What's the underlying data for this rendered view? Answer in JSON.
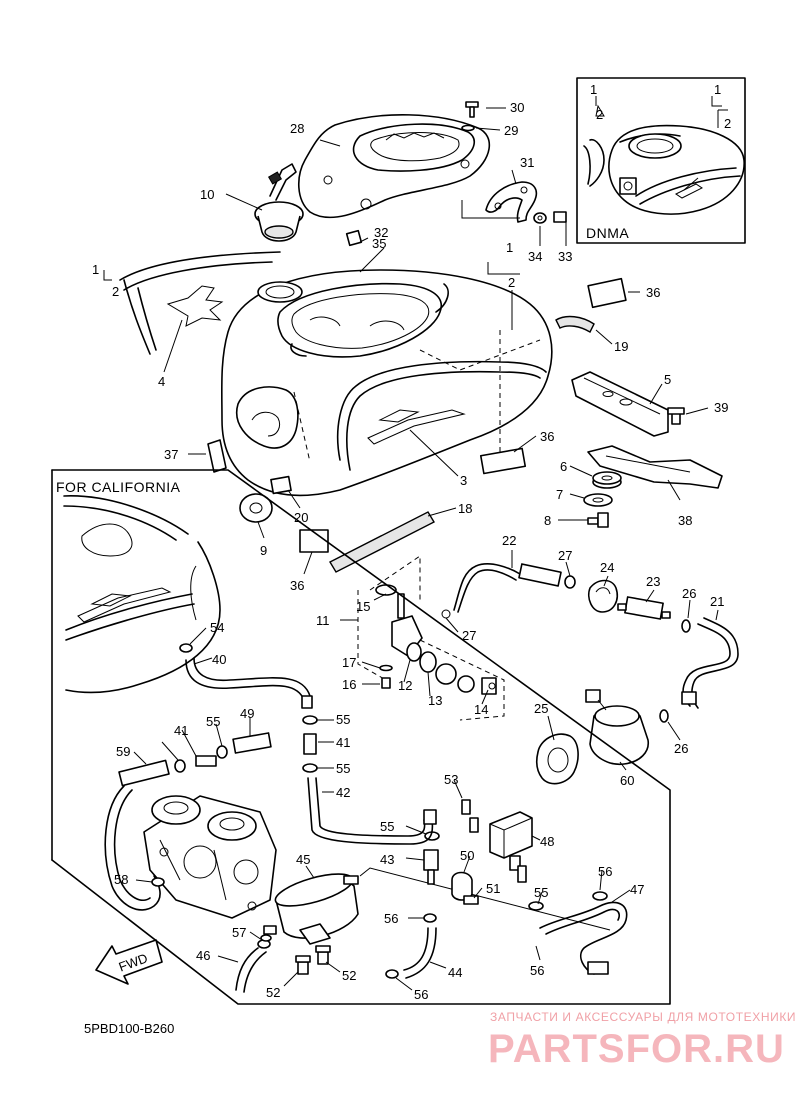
{
  "diagram_code": "5PBD100-B260",
  "inset_title": "DNMA",
  "california_title": "FOR CALIFORNIA",
  "fwd_label": "FWD",
  "watermark": {
    "line1": "ЗАПЧАСТИ И АКСЕССУАРЫ ДЛЯ МОТОТЕХНИКИ",
    "line2": "PARTSFOR.RU"
  },
  "callouts": [
    "30",
    "29",
    "28",
    "31",
    "10",
    "33",
    "34",
    "32",
    "35",
    "1",
    "2",
    "36",
    "1",
    "2",
    "19",
    "4",
    "5",
    "39",
    "37",
    "36",
    "3",
    "6",
    "7",
    "38",
    "8",
    "20",
    "18",
    "9",
    "36",
    "22",
    "27",
    "24",
    "23",
    "26",
    "21",
    "11",
    "15",
    "27",
    "17",
    "12",
    "13",
    "16",
    "14",
    "25",
    "60",
    "26",
    "54",
    "40",
    "41",
    "55",
    "49",
    "55",
    "41",
    "55",
    "59",
    "42",
    "53",
    "48",
    "55",
    "43",
    "50",
    "51",
    "45",
    "56",
    "55",
    "47",
    "58",
    "56",
    "57",
    "56",
    "46",
    "52",
    "52",
    "44",
    "56",
    "1",
    "2",
    "1",
    "2"
  ]
}
